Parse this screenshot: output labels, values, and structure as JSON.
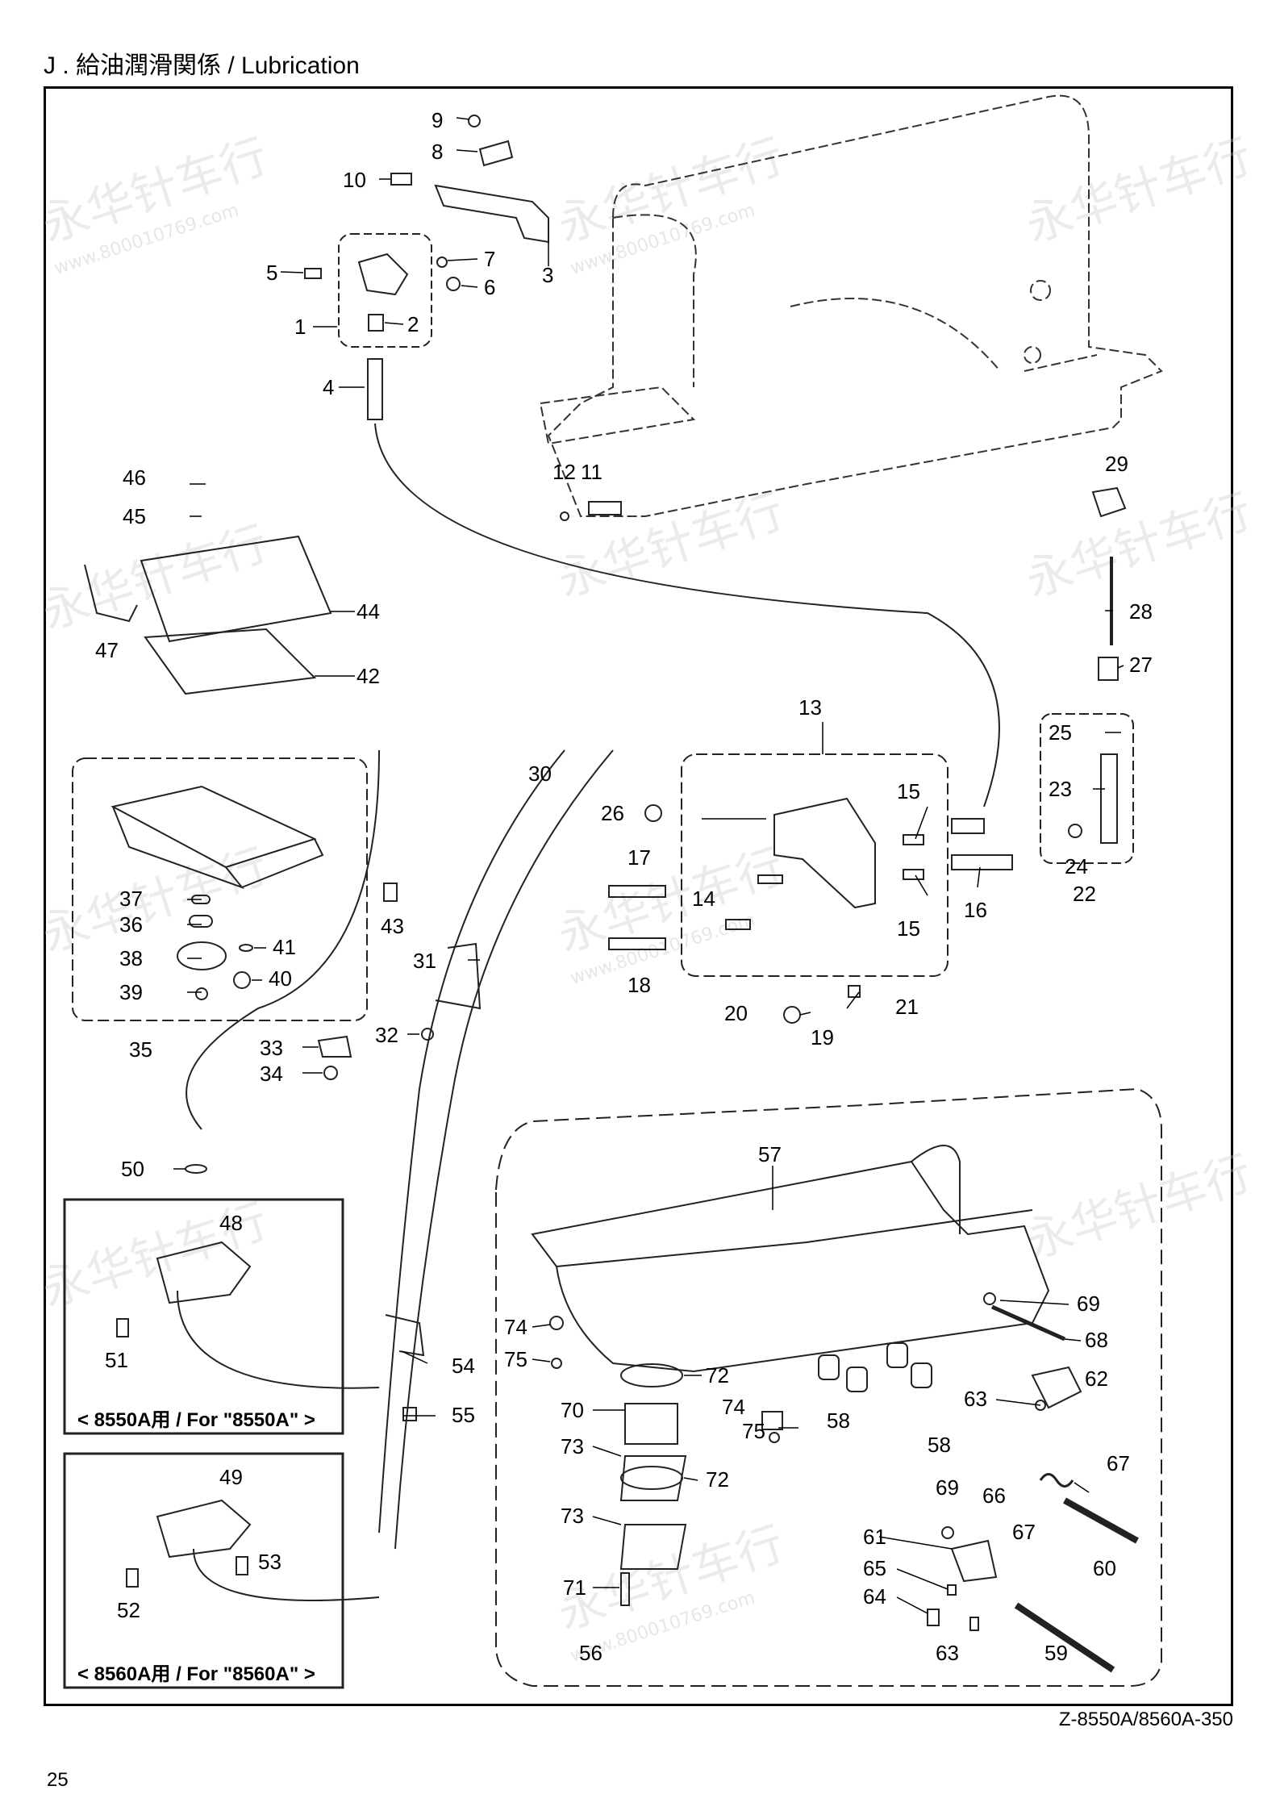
{
  "header": {
    "title": "J . 給油潤滑関係 / Lubrication"
  },
  "footer": {
    "model_code": "Z-8550A/8560A-350",
    "page_number": "25"
  },
  "variant_boxes": [
    {
      "label": "< 8550A用 / For \"8550A\" >"
    },
    {
      "label": "< 8560A用 / For \"8560A\" >"
    }
  ],
  "watermark": {
    "text": "永华针车行",
    "url": "www.800010769.com"
  },
  "callouts": [
    "1",
    "2",
    "3",
    "4",
    "5",
    "6",
    "7",
    "8",
    "9",
    "10",
    "11",
    "12",
    "13",
    "14",
    "14b",
    "15",
    "15b",
    "16",
    "17",
    "18",
    "19",
    "20",
    "21",
    "22",
    "23",
    "24",
    "24b",
    "25",
    "26",
    "27",
    "28",
    "29",
    "30",
    "31",
    "32",
    "33",
    "34",
    "35",
    "36",
    "37",
    "38",
    "39",
    "40",
    "41",
    "42",
    "43",
    "44",
    "45",
    "46",
    "47",
    "48",
    "49",
    "50",
    "51",
    "52",
    "53",
    "54",
    "55",
    "56",
    "57",
    "58",
    "58b",
    "59",
    "60",
    "61",
    "62",
    "63",
    "63b",
    "64",
    "65",
    "66",
    "67",
    "67b",
    "68",
    "69",
    "69b",
    "70",
    "71",
    "72",
    "72b",
    "73",
    "73b",
    "74",
    "74b",
    "75",
    "75b"
  ],
  "labels": {
    "1": "1",
    "2": "2",
    "3": "3",
    "4": "4",
    "5": "5",
    "6": "6",
    "7": "7",
    "8": "8",
    "9": "9",
    "10": "10",
    "11": "11",
    "12": "12",
    "13": "13",
    "14": "14",
    "14b": "",
    "15": "15",
    "15b": "15",
    "16": "16",
    "17": "17",
    "18": "18",
    "19": "19",
    "20": "20",
    "21": "21",
    "22": "22",
    "23": "23",
    "24": "24",
    "24b": "",
    "25": "25",
    "26": "26",
    "27": "27",
    "28": "28",
    "29": "29",
    "30": "30",
    "31": "31",
    "32": "32",
    "33": "33",
    "34": "34",
    "35": "35",
    "36": "36",
    "37": "37",
    "38": "38",
    "39": "39",
    "40": "40",
    "41": "41",
    "42": "42",
    "43": "43",
    "44": "44",
    "45": "45",
    "46": "46",
    "47": "47",
    "48": "48",
    "49": "49",
    "50": "50",
    "51": "51",
    "52": "52",
    "53": "53",
    "54": "54",
    "55": "55",
    "56": "56",
    "57": "57",
    "58": "58",
    "58b": "58",
    "59": "59",
    "60": "60",
    "61": "61",
    "62": "62",
    "63": "63",
    "63b": "63",
    "64": "64",
    "65": "65",
    "66": "66",
    "67": "67",
    "67b": "67",
    "68": "68",
    "69": "69",
    "69b": "69",
    "70": "70",
    "71": "71",
    "72": "72",
    "72b": "72",
    "73": "73",
    "73b": "73",
    "74": "74",
    "74b": "74",
    "75": "75",
    "75b": "75"
  }
}
